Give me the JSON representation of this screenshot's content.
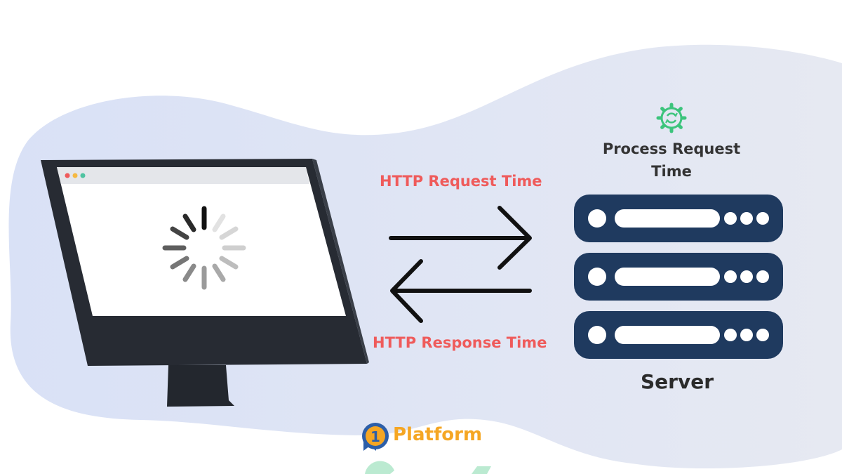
{
  "labels": {
    "http_request_time": "HTTP Request Time",
    "http_response_time": "HTTP Response Time",
    "process_request_time": "Process Request Time",
    "server": "Server",
    "brand": "Platform"
  },
  "icons": {
    "monitor": "monitor-icon",
    "loading": "loading-spinner-icon",
    "process": "gear-sync-icon",
    "request_arrow": "arrow-right-icon",
    "response_arrow": "arrow-left-icon",
    "server": "server-rack-icon",
    "brand_logo": "badge-one-icon"
  },
  "server": {
    "units": 3
  },
  "colors": {
    "background_blob": "#dde4f4",
    "label_red": "#ef5b5b",
    "server_navy": "#1f3a5f",
    "gear_green": "#3cc47c",
    "monitor_dark": "#262a33",
    "brand_orange": "#f5a623",
    "brand_blue": "#2c5ea8"
  }
}
